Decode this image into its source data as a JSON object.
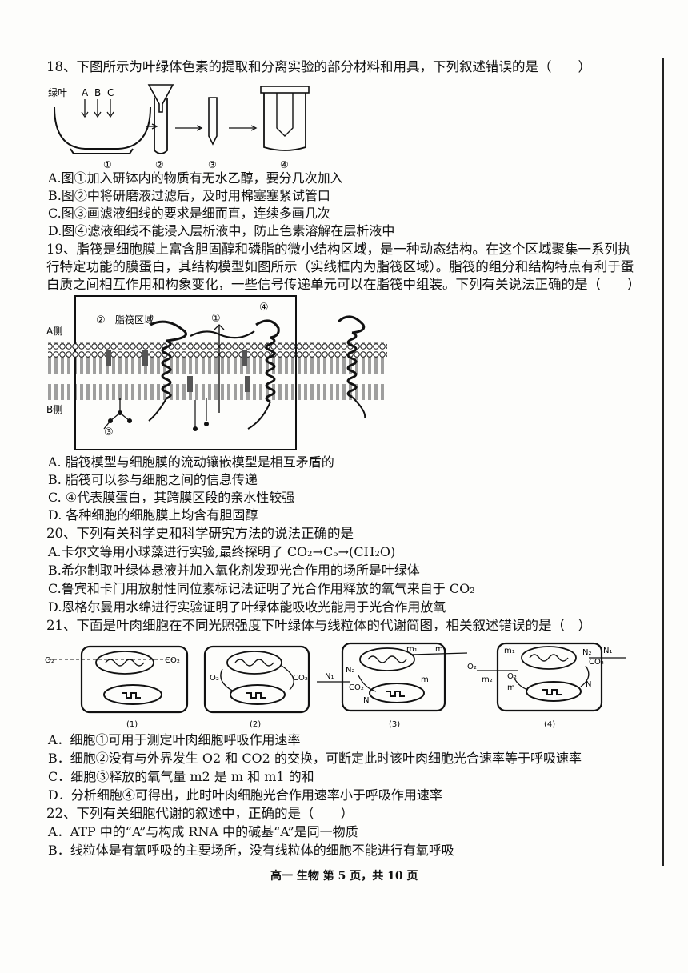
{
  "q18": {
    "stem": "18、下图所示为叶绿体色素的提取和分离实验的部分材料和用具，下列叙述错误的是（　　）",
    "fig_labels": {
      "leaf": "绿叶",
      "a": "A",
      "b": "B",
      "c": "C",
      "n1": "①",
      "n2": "②",
      "n3": "③",
      "n4": "④"
    },
    "options": [
      "A.图①加入研钵内的物质有无水乙醇，要分几次加入",
      "B.图②中将研磨液过滤后，及时用棉塞塞紧试管口",
      "C.图③画滤液细线的要求是细而直，连续多画几次",
      "D.图④滤液细线不能浸入层析液中，防止色素溶解在层析液中"
    ]
  },
  "q19": {
    "stem_lines": [
      "19、脂筏是细胞膜上富含胆固醇和磷脂的微小结构区域，是一种动态结构。在这个区域聚集一系列执",
      "行特定功能的膜蛋白，其结构模型如图所示（实线框内为脂筏区域）。脂筏的组分和结构特点有利于蛋",
      "白质之间相互作用和构象变化，一些信号传递单元可以在脂筏中组装。下列有关说法正确的是（　　）"
    ],
    "fig_labels": {
      "side_a": "A侧",
      "side_b": "B侧",
      "raft": "脂筏区域",
      "n1": "①",
      "n2": "②",
      "n3": "③",
      "n4": "④"
    },
    "options": [
      "A. 脂筏模型与细胞膜的流动镶嵌模型是相互矛盾的",
      "B. 脂筏可以参与细胞之间的信息传递",
      "C. ④代表膜蛋白，其跨膜区段的亲水性较强",
      "D. 各种细胞的细胞膜上均含有胆固醇"
    ]
  },
  "q20": {
    "stem": "20、下列有关科学史和科学研究方法的说法正确的是",
    "options": [
      "A.卡尔文等用小球藻进行实验,最终探明了 CO₂→C₅→(CH₂O)",
      "B.希尔制取叶绿体悬液并加入氧化剂发现光合作用的场所是叶绿体",
      "C.鲁宾和卡门用放射性同位素标记法证明了光合作用释放的氧气来自于 CO₂",
      "D.恩格尔曼用水绵进行实验证明了叶绿体能吸收光能用于光合作用放氧"
    ]
  },
  "q21": {
    "stem": "21、下面是叶肉细胞在不同光照强度下叶绿体与线粒体的代谢简图，相关叙述错误的是（　）",
    "fig_labels": {
      "o2": "O₂",
      "co2": "CO₂",
      "n": "N",
      "n1": "N₁",
      "n2": "N₂",
      "m": "m",
      "m1": "m₁",
      "m2": "m₂",
      "c1": "(1)",
      "c2": "(2)",
      "c3": "(3)",
      "c4": "(4)"
    },
    "options": [
      "A．细胞①可用于测定叶肉细胞呼吸作用速率",
      "B．细胞②没有与外界发生 O2 和 CO2 的交换，可断定此时该叶肉细胞光合速率等于呼吸速率",
      "C．细胞③释放的氧气量 m2 是 m 和 m1 的和",
      "D．分析细胞④可得出，此时叶肉细胞光合作用速率小于呼吸作用速率"
    ]
  },
  "q22": {
    "stem": "22、下列有关细胞代谢的叙述中，正确的是（　　）",
    "options": [
      "A．ATP 中的“A”与构成 RNA 中的碱基“A”是同一物质",
      "B．线粒体是有氧呼吸的主要场所，没有线粒体的细胞不能进行有氧呼吸"
    ]
  },
  "footer": "高一 生物 第 5 页，共 10 页"
}
